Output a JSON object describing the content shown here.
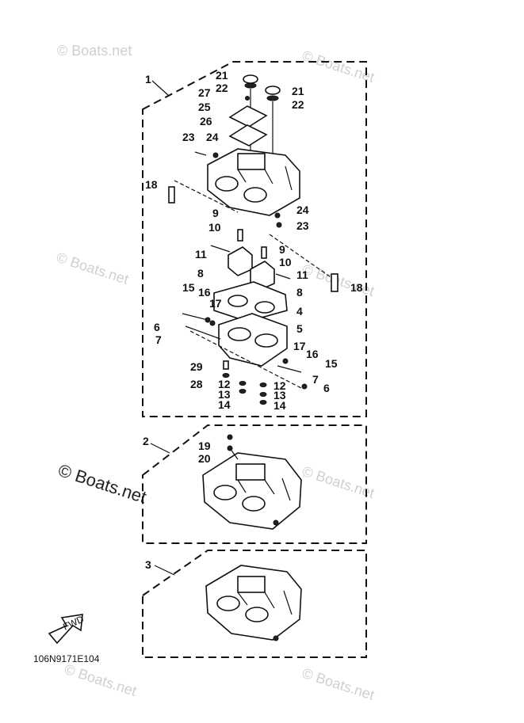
{
  "ref_code": "106N9171E104",
  "watermark": "© Boats.net",
  "fwd_label": "FWD",
  "assemblies": [
    {
      "label": "1"
    },
    {
      "label": "2"
    },
    {
      "label": "3"
    }
  ],
  "callouts": [
    "21",
    "22",
    "27",
    "25",
    "26",
    "23",
    "24",
    "21",
    "22",
    "18",
    "9",
    "10",
    "11",
    "8",
    "24",
    "23",
    "9",
    "10",
    "11",
    "8",
    "18",
    "4",
    "15",
    "16",
    "17",
    "6",
    "7",
    "5",
    "17",
    "16",
    "15",
    "29",
    "28",
    "12",
    "13",
    "14",
    "12",
    "13",
    "14",
    "7",
    "6",
    "19",
    "20"
  ]
}
